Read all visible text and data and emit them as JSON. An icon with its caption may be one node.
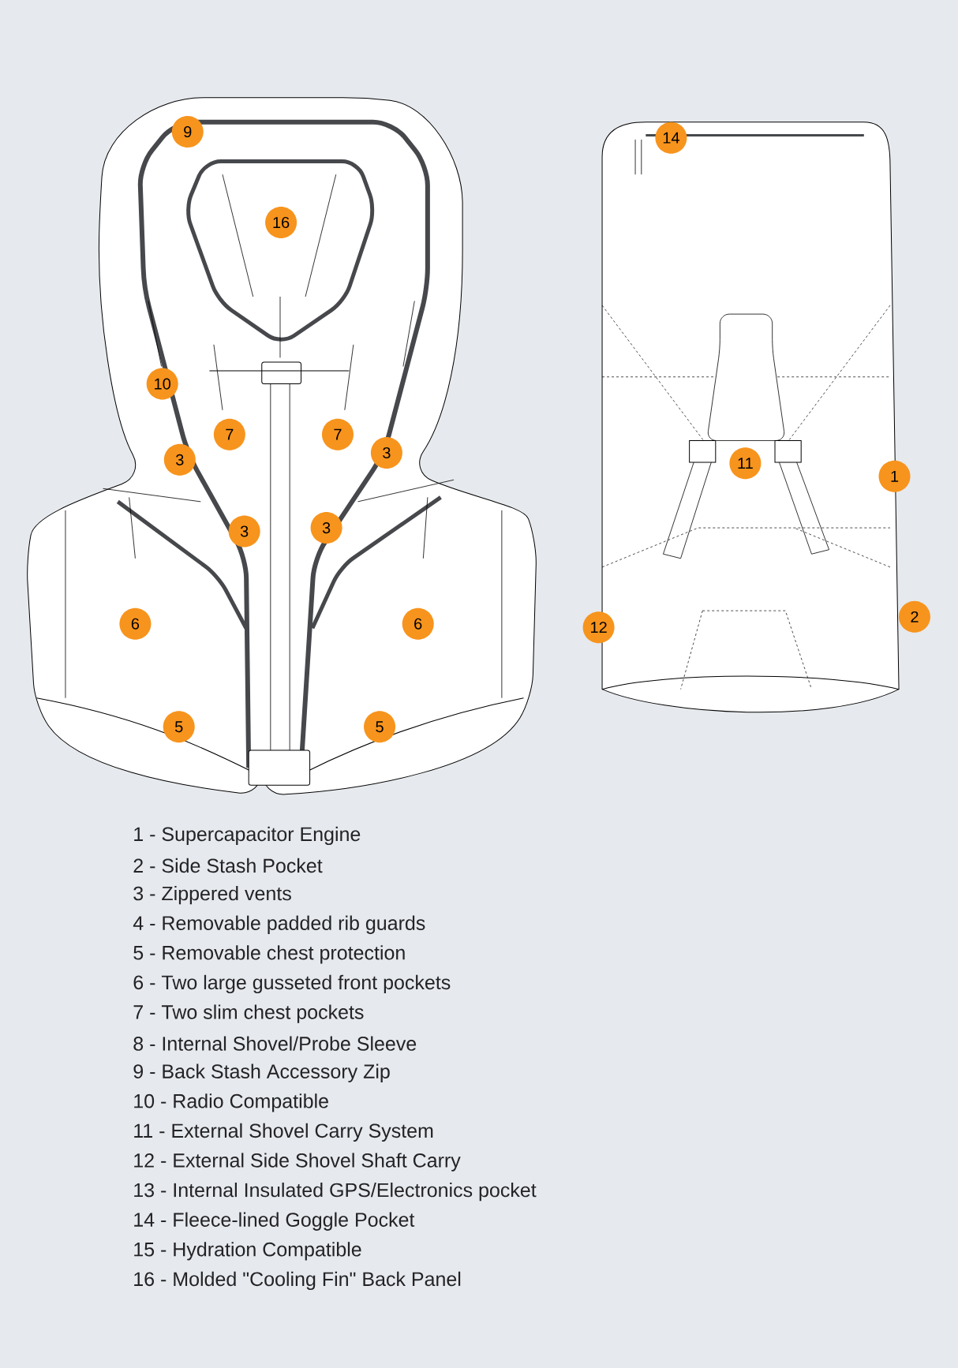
{
  "diagram": {
    "labels": [
      "9",
      "14",
      "16",
      "10",
      "7",
      "7",
      "3",
      "3",
      "11",
      "1",
      "3",
      "3",
      "2",
      "6",
      "6",
      "12",
      "5",
      "5",
      "1 - Supercapacitor Engine",
      "2 - Side Stash Pocket",
      "3 - Zippered vents",
      "4 - Removable padded rib guards",
      "5 - Removable chest protection",
      "6 - Two large gusseted front pockets",
      "7 - Two slim chest pockets",
      "8 - Internal Shovel/Probe Sleeve",
      "9 - Back Stash Accessory Zip",
      "10 - Radio Compatible",
      "11 - External Shovel Carry System",
      "12 - External Side Shovel Shaft Carry",
      "13 - Internal Insulated GPS/Electronics pocket",
      "14 - Fleece-lined Goggle Pocket",
      "15 - Hydration Compatible",
      "16 - Molded \"Cooling Fin\" Back Panel"
    ]
  }
}
